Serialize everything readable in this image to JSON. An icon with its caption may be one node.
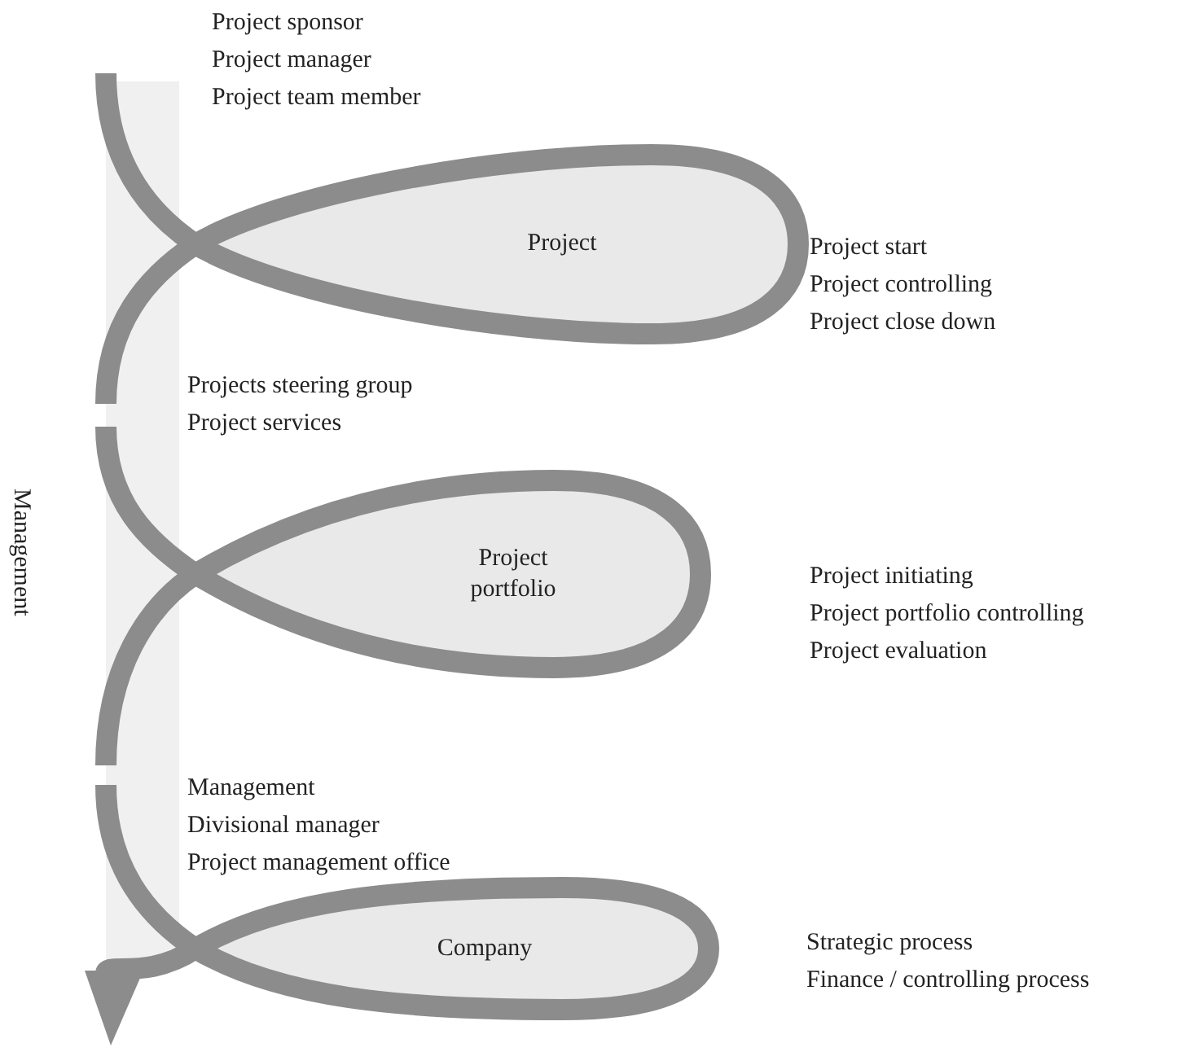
{
  "diagram": {
    "nodes": [
      {
        "text": [
          "Project"
        ]
      },
      {
        "text": [
          "Project portfolio"
        ]
      },
      {
        "text": [
          "Company"
        ]
      }
    ],
    "labels": [
      "Project sponsor",
      "Project manager",
      "Project team member",
      "Project start",
      "Project controlling",
      "Project close down",
      "Projects steering group",
      "Project services",
      "Management",
      "Project initiating",
      "Project portfolio controlling",
      "Project evaluation",
      "Management",
      "Divisional manager",
      "Project management office",
      "Strategic process",
      "Finance / controlling process"
    ]
  }
}
